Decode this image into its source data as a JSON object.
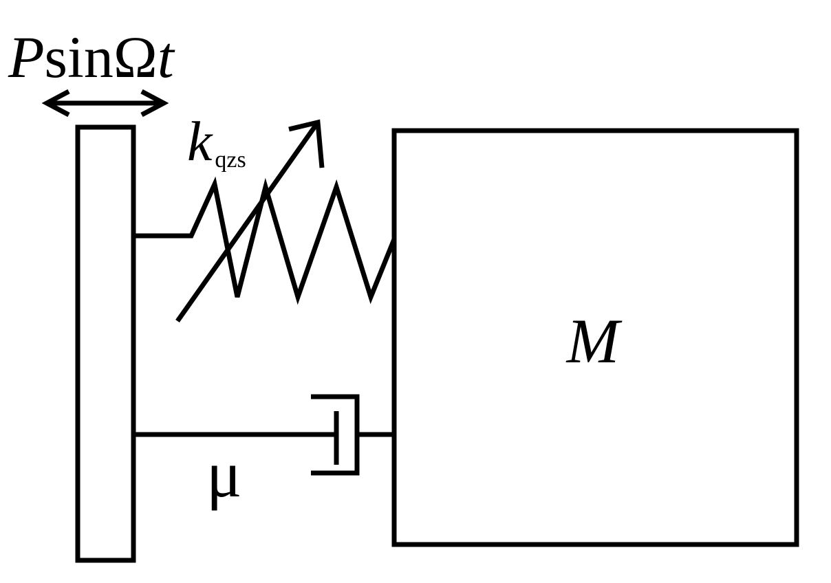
{
  "force_label": {
    "amplitude": "P",
    "func": "sin",
    "omega": "Ω",
    "time": "t"
  },
  "spring_label": {
    "symbol": "k",
    "subscript": "qzs"
  },
  "damper_label": "μ",
  "mass_label": "M",
  "colors": {
    "line": "#000000",
    "background": "#ffffff"
  }
}
